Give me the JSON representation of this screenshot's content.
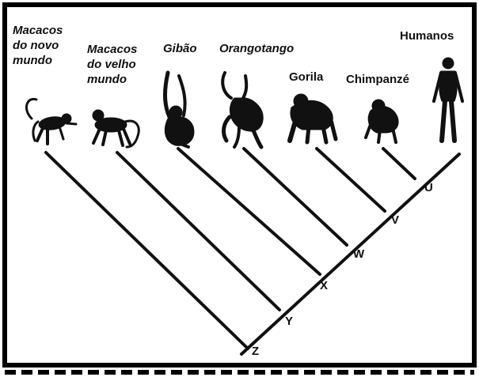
{
  "taxa": [
    {
      "id": "new-world-monkeys",
      "label": "Macacos\ndo novo\nmundo",
      "italic": true,
      "silhouette": "monkey-tail-icon"
    },
    {
      "id": "old-world-monkeys",
      "label": "Macacos\ndo velho\nmundo",
      "italic": true,
      "silhouette": "monkey-walking-icon"
    },
    {
      "id": "gibbon",
      "label": "Gibão",
      "italic": true,
      "silhouette": "gibbon-hanging-icon"
    },
    {
      "id": "orangutan",
      "label": "Orangotango",
      "italic": true,
      "silhouette": "orangutan-hanging-icon"
    },
    {
      "id": "gorilla",
      "label": "Gorila",
      "italic": false,
      "silhouette": "gorilla-icon"
    },
    {
      "id": "chimpanzee",
      "label": "Chimpanzé",
      "italic": false,
      "silhouette": "chimpanzee-icon"
    },
    {
      "id": "humans",
      "label": "Humanos",
      "italic": false,
      "silhouette": "human-icon"
    }
  ],
  "nodes": [
    "U",
    "V",
    "W",
    "X",
    "Y",
    "Z"
  ],
  "colors": {
    "line": "#111111",
    "silhouette": "#111111",
    "border": "#000000",
    "background": "#ffffff"
  }
}
